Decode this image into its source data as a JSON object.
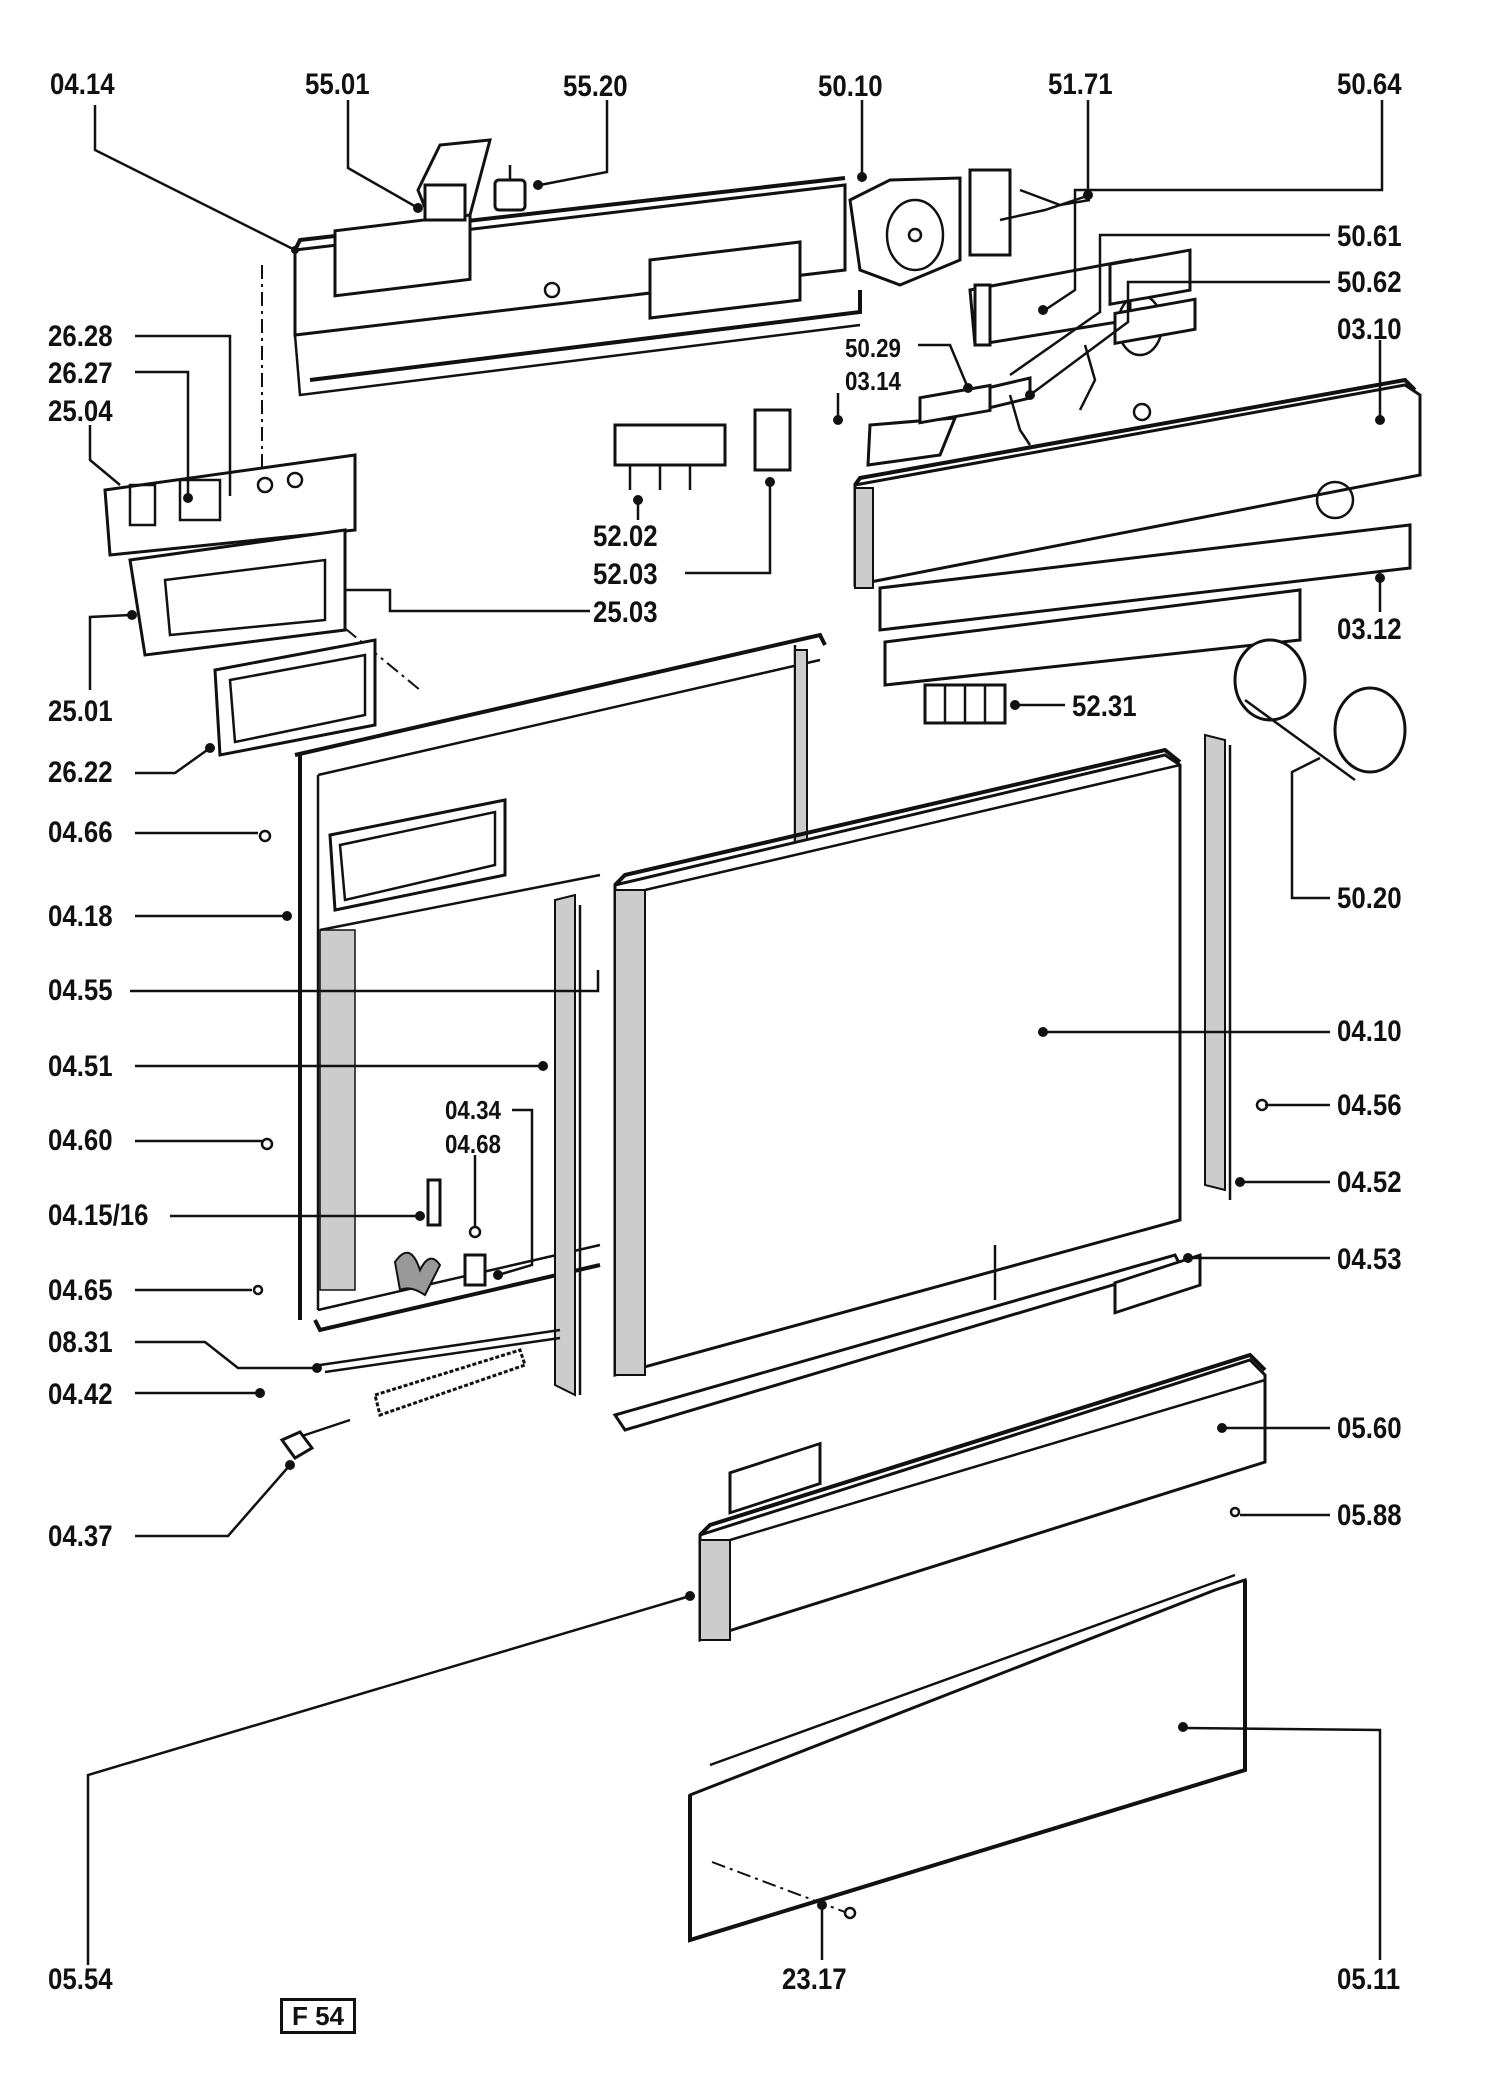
{
  "title": "Dishwasher door exploded parts diagram",
  "figure_label": "F 54",
  "callouts": {
    "c0414": "04.14",
    "c5501": "55.01",
    "c5520": "55.20",
    "c5010": "50.10",
    "c5171": "51.71",
    "c5064": "50.64",
    "c5061": "50.61",
    "c5062": "50.62",
    "c0310": "03.10",
    "c5029": "50.29",
    "c0314": "03.14",
    "c2628": "26.28",
    "c2627": "26.27",
    "c2504": "25.04",
    "c5202": "52.02",
    "c5203": "52.03",
    "c2503": "25.03",
    "c0312": "03.12",
    "c2501": "25.01",
    "c5231": "52.31",
    "c2622": "26.22",
    "c0466": "04.66",
    "c5020": "50.20",
    "c0418": "04.18",
    "c0455": "04.55",
    "c0410": "04.10",
    "c0451": "04.51",
    "c0434": "04.34",
    "c0468": "04.68",
    "c0456": "04.56",
    "c0460": "04.60",
    "c0452": "04.52",
    "c041516": "04.15/16",
    "c0465": "04.65",
    "c0453": "04.53",
    "c0831": "08.31",
    "c0442": "04.42",
    "c0560": "05.60",
    "c0588": "05.88",
    "c0437": "04.37",
    "c0554": "05.54",
    "c2317": "23.17",
    "c0511": "05.11"
  }
}
